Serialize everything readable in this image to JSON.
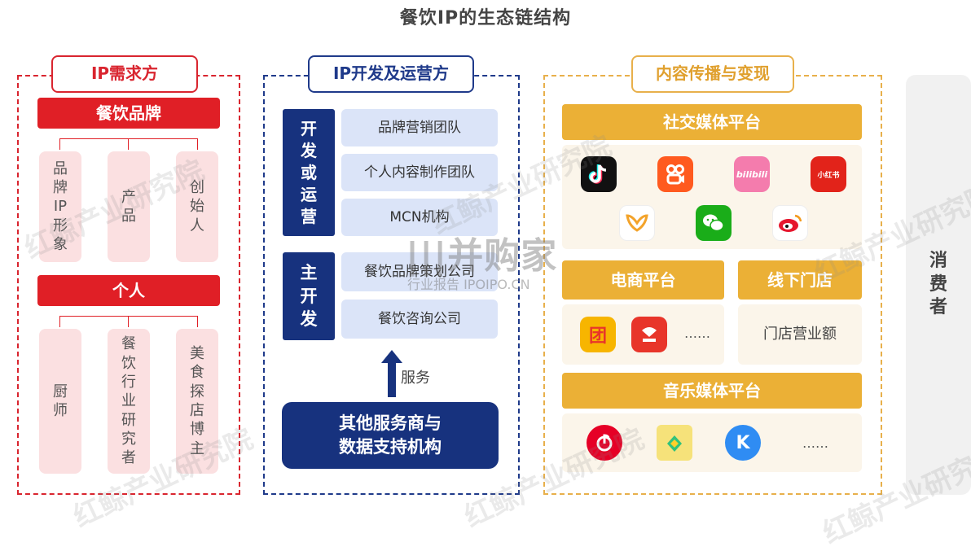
{
  "title": "餐饮IP的生态链结构",
  "left": {
    "header": "IP需求方",
    "brand_bar": "餐饮品牌",
    "brand_items": [
      [
        "品",
        "牌",
        "IP",
        "形",
        "象"
      ],
      [
        "产",
        "品"
      ],
      [
        "创",
        "始",
        "人"
      ]
    ],
    "person_bar": "个人",
    "person_items": [
      [
        "厨",
        "师"
      ],
      [
        "餐",
        "饮",
        "行",
        "业",
        "研",
        "究",
        "者"
      ],
      [
        "美",
        "食",
        "探",
        "店",
        "博",
        "主"
      ]
    ]
  },
  "middle": {
    "header": "IP开发及运营方",
    "group1_label": [
      "开",
      "发",
      "或",
      "运",
      "营"
    ],
    "group1_items": [
      "品牌营销团队",
      "个人内容制作团队",
      "MCN机构"
    ],
    "group2_label": [
      "主",
      "开",
      "发"
    ],
    "group2_items": [
      "餐饮品牌策划公司",
      "餐饮咨询公司"
    ],
    "service_label": "服务",
    "service_box": [
      "其他服务商与",
      "数据支持机构"
    ]
  },
  "right": {
    "header": "内容传播与变现",
    "social_bar": "社交媒体平台",
    "ecommerce_bar": "电商平台",
    "offline_bar": "线下门店",
    "ecommerce_more": "……",
    "offline_text": "门店营业额",
    "music_bar": "音乐媒体平台",
    "music_more": "……"
  },
  "consumer": [
    "消",
    "费",
    "者"
  ],
  "watermark": {
    "main": "|||并购家",
    "sub": "行业报告 IPOIPO.CN",
    "tiles": [
      "红鲸",
      "产业研究院"
    ]
  },
  "icons": {
    "social": [
      "douyin-icon",
      "kuaishou-icon",
      "bilibili-icon",
      "xiaohongshu-icon",
      "weixin-channels-icon",
      "wechat-icon",
      "weibo-icon"
    ],
    "ecommerce": [
      "meituan-icon",
      "dianping-icon"
    ],
    "music": [
      "netease-music-icon",
      "qq-music-icon",
      "kugou-icon"
    ]
  },
  "colors": {
    "red": "#e01f26",
    "pink": "#fbe0e1",
    "navy": "#17327e",
    "light_blue": "#dbe4f8",
    "gold": "#ebb036",
    "cream": "#fbf5ea"
  }
}
